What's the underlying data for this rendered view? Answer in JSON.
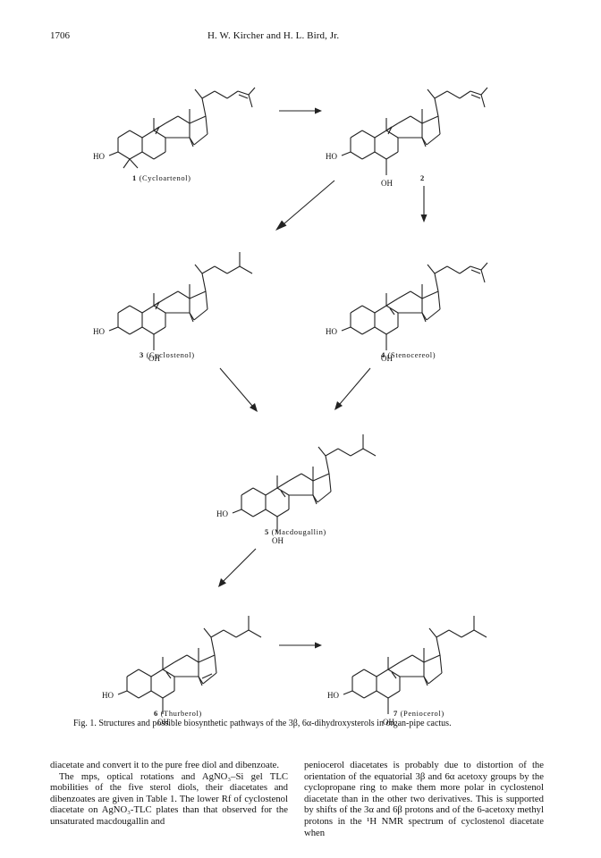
{
  "header": {
    "page_number": "1706",
    "authors": "H. W. Kircher and H. L. Bird, Jr."
  },
  "compounds": [
    {
      "number": "1",
      "name": "(Cycloartenol)",
      "ring": "cyclopropane",
      "side_chain": "unsaturated",
      "substituents": [
        "HO"
      ]
    },
    {
      "number": "2",
      "name": "",
      "ring": "cyclopropane",
      "side_chain": "unsaturated",
      "substituents": [
        "HO",
        "OH"
      ]
    },
    {
      "number": "3",
      "name": "(Cyclostenol)",
      "ring": "cyclopropane",
      "side_chain": "saturated",
      "substituents": [
        "HO",
        "OH"
      ]
    },
    {
      "number": "4",
      "name": "(Stenocereol)",
      "ring": "delta-8",
      "side_chain": "unsaturated",
      "substituents": [
        "HO",
        "OH"
      ]
    },
    {
      "number": "5",
      "name": "(Macdougallin)",
      "ring": "delta-8",
      "side_chain": "saturated",
      "substituents": [
        "HO",
        "OH"
      ]
    },
    {
      "number": "6",
      "name": "(Thurberol)",
      "ring": "delta-8-14",
      "side_chain": "saturated",
      "substituents": [
        "HO",
        "OH"
      ]
    },
    {
      "number": "7",
      "name": "(Peniocerol)",
      "ring": "delta-8",
      "side_chain": "saturated",
      "substituents": [
        "HO",
        "OH"
      ]
    }
  ],
  "figure_caption": "Fig. 1. Structures and possible biosynthetic pathways of the 3β, 6α-dihydroxysterols in organ-pipe cactus.",
  "body": {
    "column1": [
      "diacetate and convert it to the pure free diol and dibenzoate.",
      "The mps, optical rotations and AgNO₃–Si gel TLC mobilities of the five sterol diols, their diacetates and dibenzoates are given in Table 1. The lower Rf of cyclostenol diacetate on AgNO₃-TLC plates than that observed for the unsaturated macdougallin and"
    ],
    "column2": [
      "peniocerol diacetates is probably due to distortion of the orientation of the equatorial 3β and 6α acetoxy groups by the cyclopropane ring to make them more polar in cyclostenol diacetate than in the other two derivatives. This is supported by shifts of the 3α and 6β protons and of the 6-acetoxy methyl protons in the ¹H NMR spectrum of cyclostenol diacetate when"
    ]
  }
}
